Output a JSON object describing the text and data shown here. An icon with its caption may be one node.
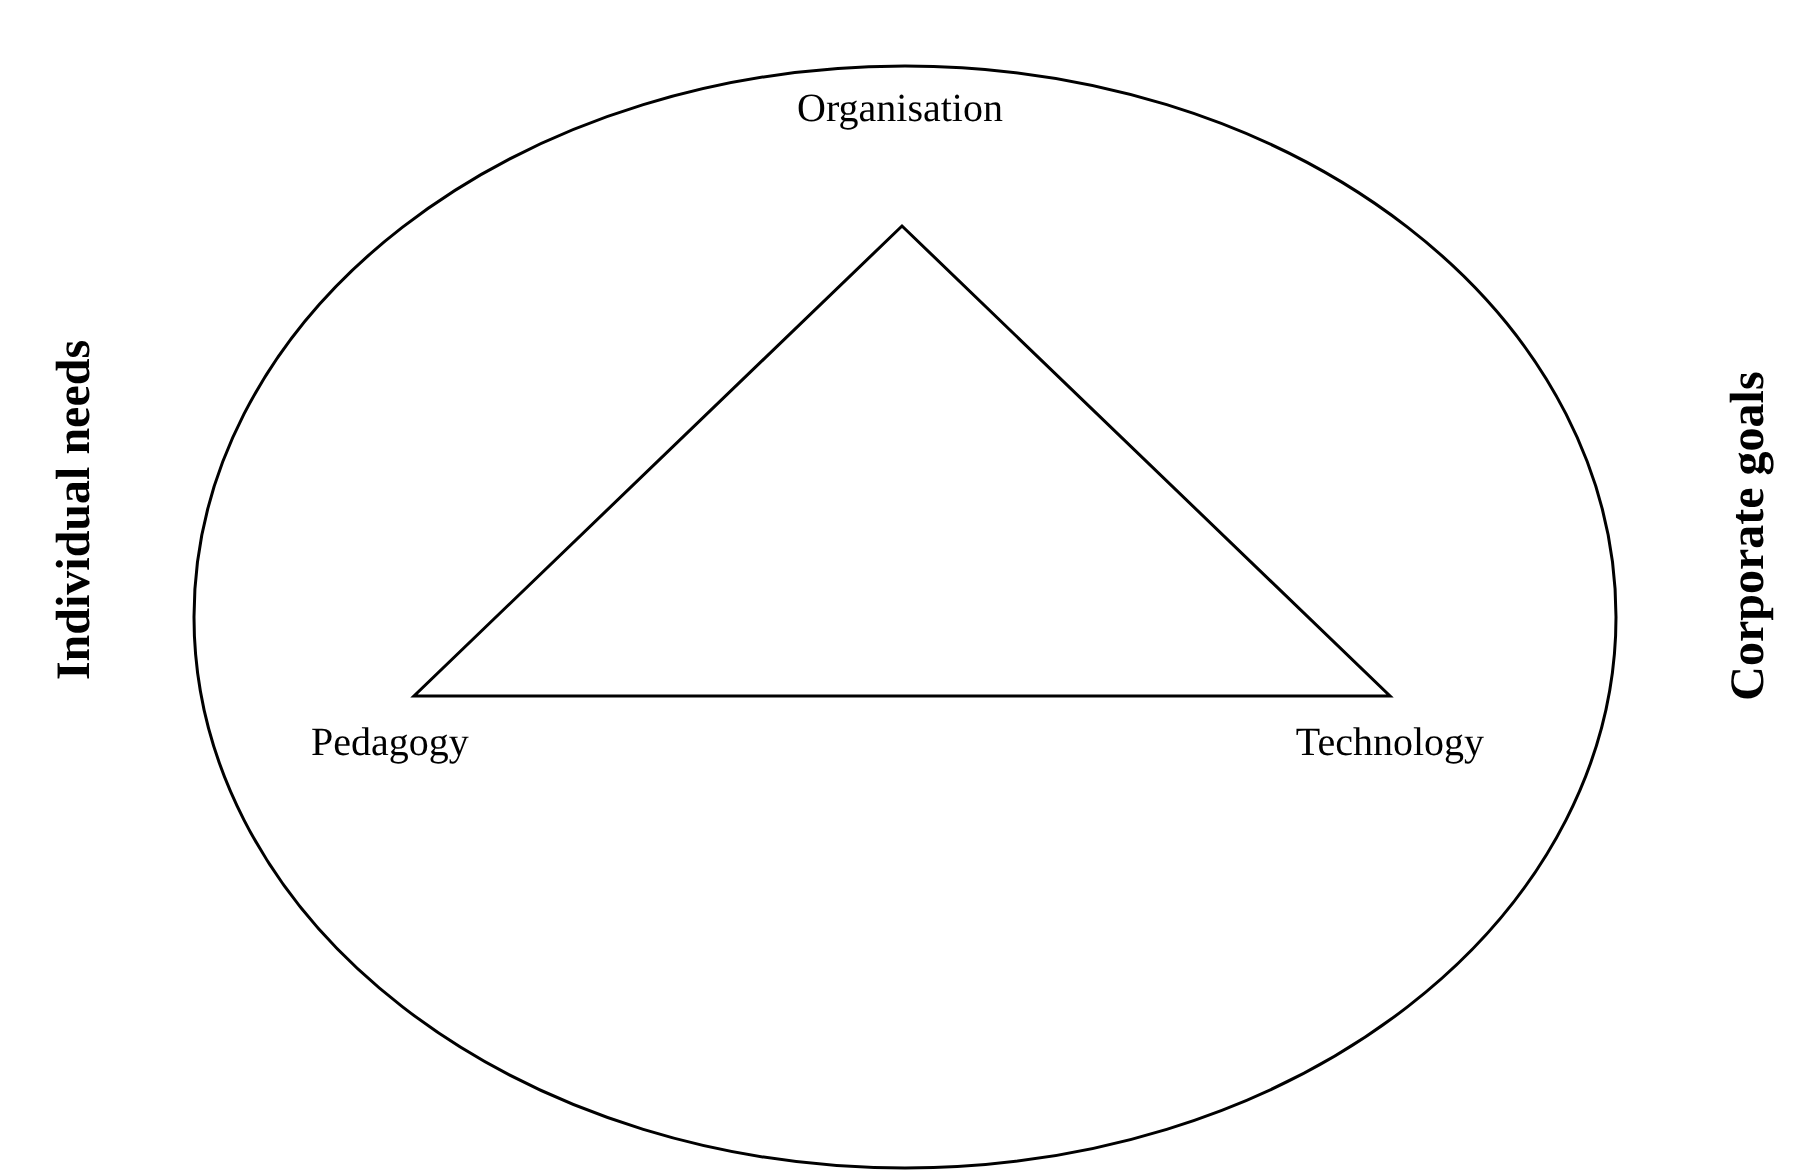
{
  "diagram": {
    "nodes": [
      {
        "text": [],
        "shape": "ellipse"
      },
      {
        "text": [],
        "shape": "triangle",
        "in": 0
      }
    ],
    "labels": [
      "Organisation",
      "Individual needs",
      "Corporate goals",
      "Pedagogy",
      "Technology"
    ]
  }
}
